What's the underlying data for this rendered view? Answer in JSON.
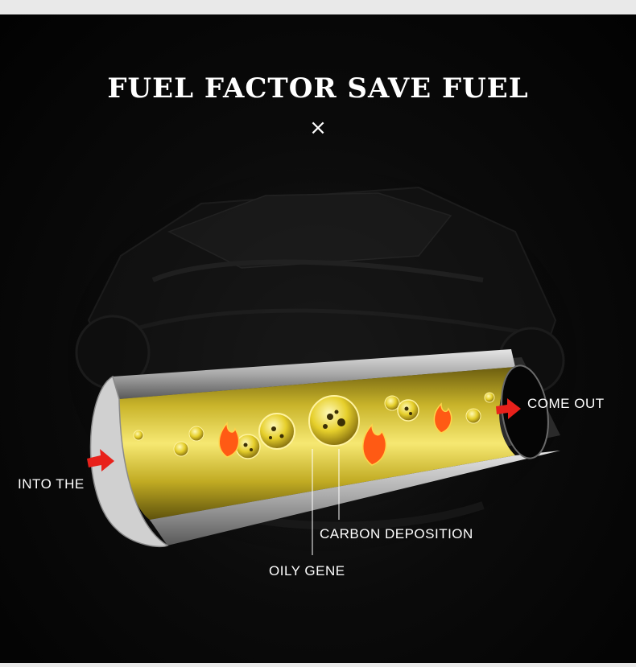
{
  "title": "FUEL FACTOR SAVE FUEL",
  "times_symbol": "×",
  "labels": {
    "into": "INTO THE",
    "out": "COME OUT",
    "carbon": "CARBON DEPOSITION",
    "oily": "OILY GENE"
  },
  "colors": {
    "background": "#020202",
    "fuel": "#e7d23a",
    "pipe": "#b9b9b9",
    "arrow": "#e8211b",
    "flame": "#ff5a14"
  },
  "icons": [
    "arrow-right-icon",
    "flame-icon",
    "bubble-icon"
  ]
}
